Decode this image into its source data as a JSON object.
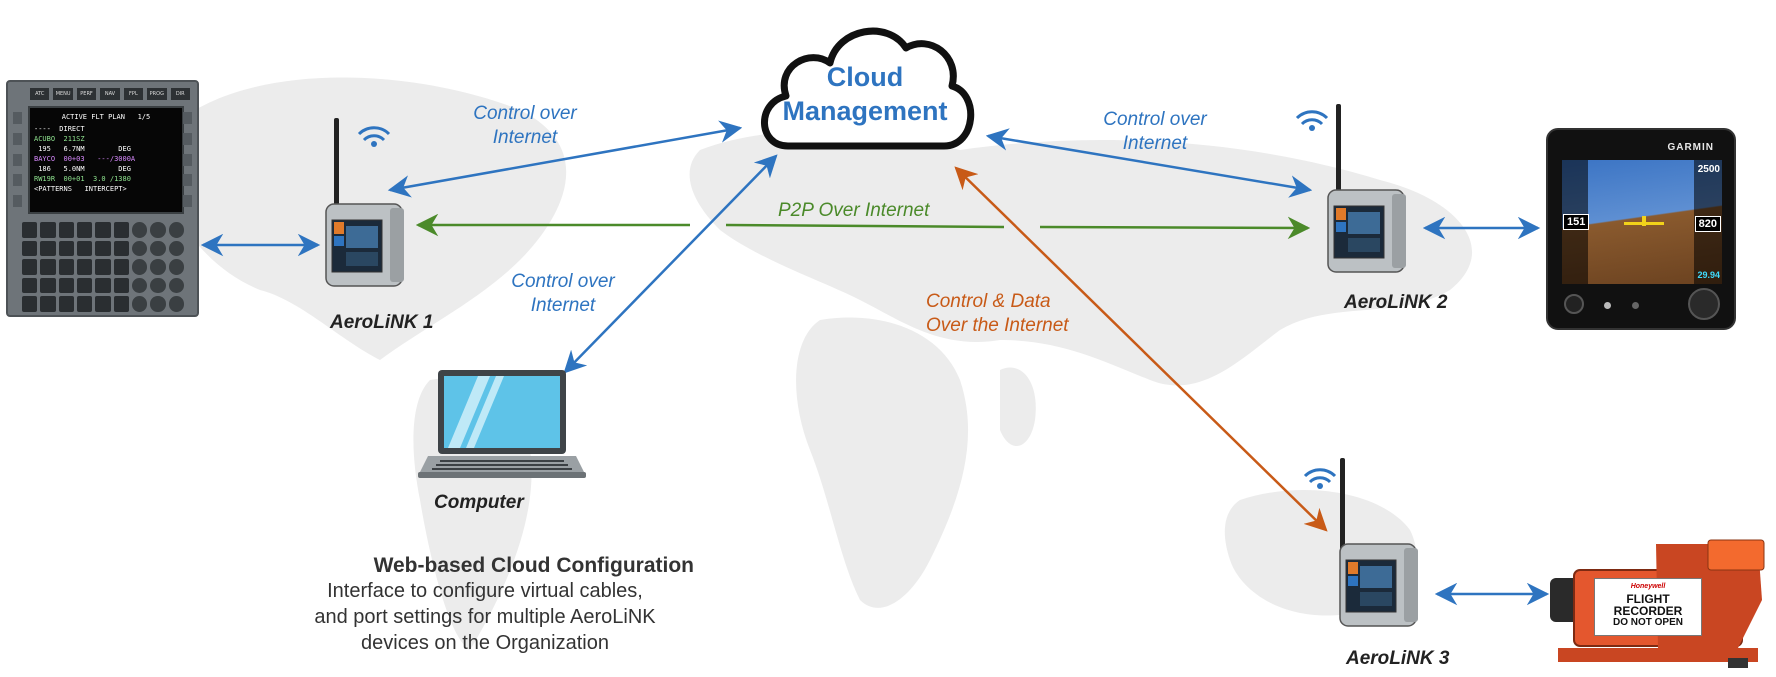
{
  "cloud": {
    "line1": "Cloud",
    "line2": "Management"
  },
  "links": {
    "aerolink1_cloud": "Control over Internet",
    "aerolink2_cloud": "Control over Internet",
    "computer_cloud": "Control over Internet",
    "p2p": "P2P Over Internet",
    "aerolink3_cloud": "Control & Data Over the Internet"
  },
  "devices": {
    "aerolink1": "AeroLiNK 1",
    "aerolink2": "AeroLiNK 2",
    "aerolink3": "AeroLiNK 3",
    "computer": "Computer"
  },
  "web_config": {
    "title": "Web-based Cloud Configuration",
    "line1": "Interface to configure virtual cables,",
    "line2": "and port settings for multiple AeroLiNK",
    "line3": "devices on the Organization"
  },
  "fms": {
    "keys_top": [
      "ATC",
      "MENU",
      "PERF",
      "NAV",
      "FPL",
      "PROG",
      "DIR"
    ],
    "title": "ACTIVE FLT PLAN   1/5",
    "lines": [
      "----  DIRECT",
      "ACUBO  211SZ",
      " 195   6.7NM        DEG",
      "BAYCO  00+03   ---/3000A",
      " 186   5.0NM        DEG",
      "RW19R  00+01  3.0 /1380",
      "<PATTERNS   INTERCEPT>"
    ]
  },
  "garmin": {
    "brand": "GARMIN",
    "alt": "2500",
    "alt_cur": "820",
    "speed": "151",
    "baro": "29.94"
  },
  "flight_recorder": {
    "brand": "Honeywell",
    "line1": "FLIGHT",
    "line2": "RECORDER",
    "line3": "DO NOT OPEN"
  },
  "colors": {
    "blue": "#2e74c0",
    "green": "#4b8a2a",
    "orange": "#c85a17",
    "map": "#ececec"
  }
}
